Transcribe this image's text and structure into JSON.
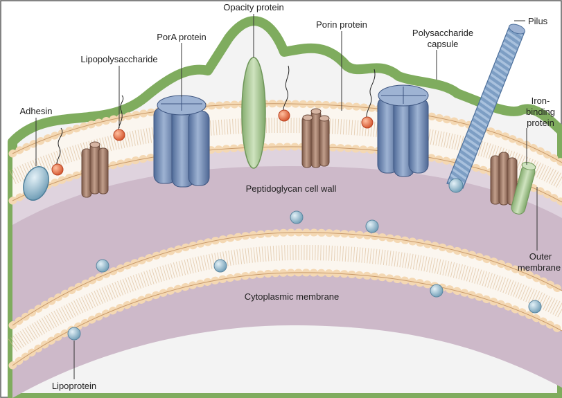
{
  "labels": {
    "opacity": "Opacity protein",
    "pora": "PorA protein",
    "porin": "Porin protein",
    "lps": "Lipopolysaccharide",
    "capsule_1": "Polysaccharide",
    "capsule_2": "capsule",
    "pilus": "Pilus",
    "iron_1": "Iron-",
    "iron_2": "binding",
    "iron_3": "protein",
    "adhesin": "Adhesin",
    "peptidoglycan": "Peptidoglycan cell wall",
    "outer_1": "Outer",
    "outer_2": "membrane",
    "cytoplasmic": "Cytoplasmic membrane",
    "lipoprotein": "Lipoprotein"
  },
  "colors": {
    "capsule_green": "#7fac5e",
    "periplasm_fill": "#ece7ec",
    "peptidoglycan_fill": "#cdb9c9",
    "lipid_head": "#f4d8b3",
    "lipid_head_stroke": "#c99a6a",
    "pora_blue": "#6f86ad",
    "porin_brown": "#9a7866",
    "opacity_green": "#a9c995",
    "lps_red": "#e8744f",
    "lipoprotein_blue": "#9cc1d4"
  }
}
